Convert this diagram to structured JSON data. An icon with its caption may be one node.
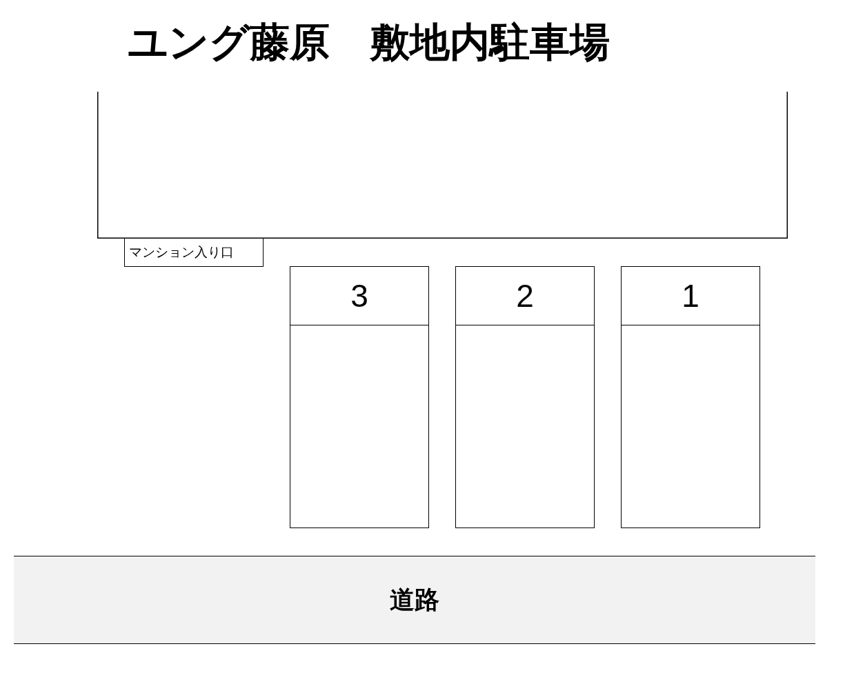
{
  "diagram": {
    "title": "ユング藤原　敷地内駐車場",
    "nodes": [
      {
        "text": [],
        "shape": "box"
      },
      {
        "text": [
          "マンション入り口"
        ]
      },
      {
        "text": [
          "3"
        ]
      },
      {
        "text": [
          "2"
        ]
      },
      {
        "text": [
          "1"
        ]
      },
      {
        "text": [
          "道路"
        ]
      }
    ]
  }
}
